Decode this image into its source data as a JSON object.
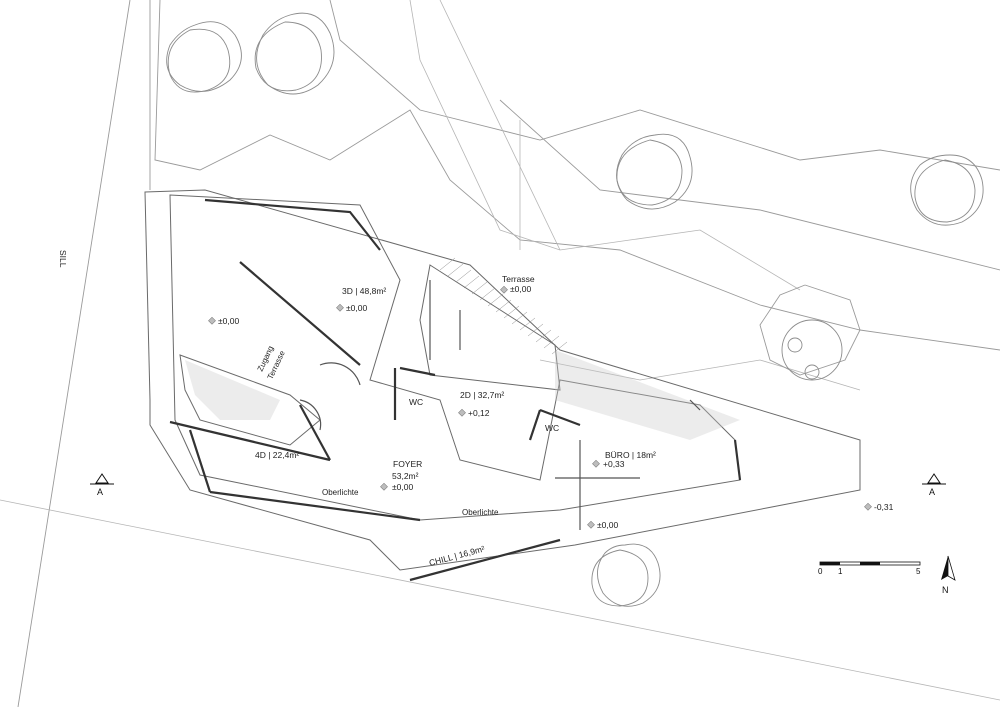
{
  "street": "SILL",
  "rooms": [
    {
      "id": "3d",
      "name": "3D | 48,8m²",
      "level": "±0,00"
    },
    {
      "id": "2d",
      "name": "2D | 32,7m²",
      "level": "+0,12"
    },
    {
      "id": "4d",
      "name": "4D | 22,4m²"
    },
    {
      "id": "foyer",
      "name": "FOYER",
      "area": "53,2m²",
      "level": "±0,00"
    },
    {
      "id": "buero",
      "name": "BÜRO | 18m²",
      "level": "+0,33"
    },
    {
      "id": "chill",
      "name": "CHILL | 16,9m²"
    },
    {
      "id": "terrasse",
      "name": "Terrasse",
      "level": "±0,00"
    },
    {
      "id": "wc1",
      "name": "WC"
    },
    {
      "id": "wc2",
      "name": "WC"
    }
  ],
  "labels": {
    "zugang_line1": "Zugang",
    "zugang_line2": "Terrasse",
    "oberlichte1": "Oberlichte",
    "oberlichte2": "Oberlichte",
    "level_west": "±0,00",
    "level_south": "±0,00",
    "level_east": "-0,31"
  },
  "section_marker": {
    "left": "A",
    "right": "A"
  },
  "scale_bar": {
    "ticks": [
      "0",
      "1",
      "5"
    ]
  },
  "north": "N"
}
